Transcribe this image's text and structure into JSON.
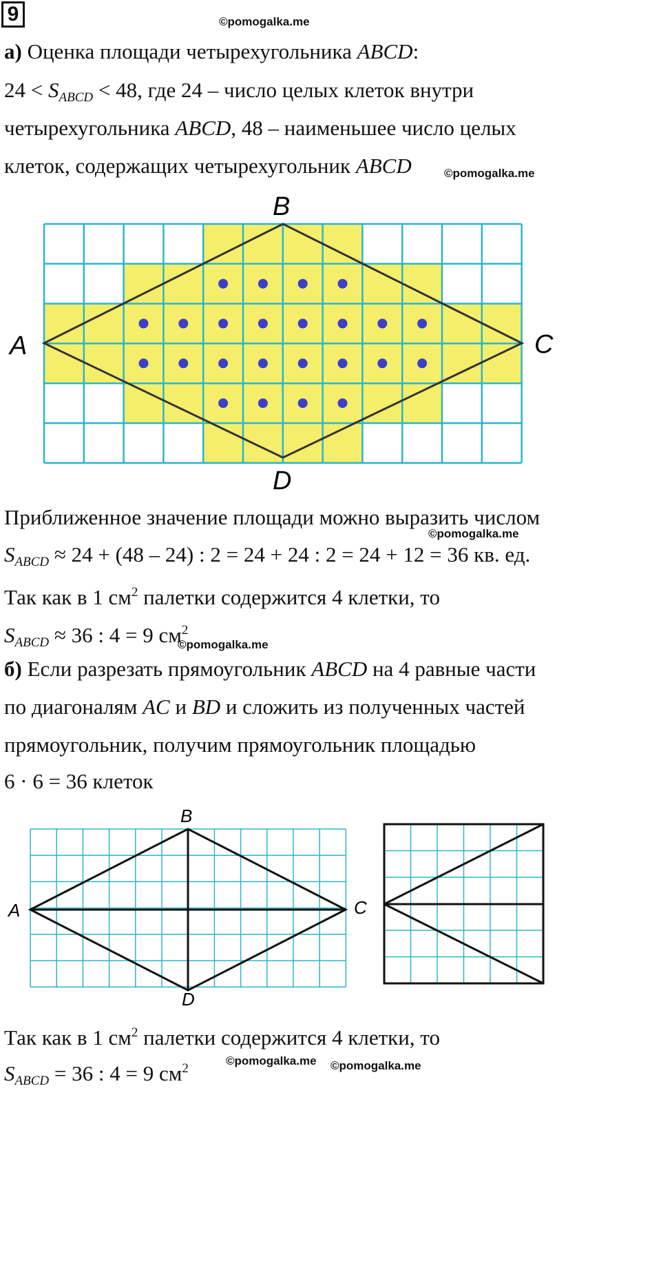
{
  "problem_number": "9",
  "watermark": "©pomogalka.me",
  "part_a": {
    "label": "а)",
    "line1_text": " Оценка площади четырехугольника ",
    "line1_var": "ABCD",
    "line1_end": ":",
    "line2_start": "24 < ",
    "line2_S": "S",
    "line2_sub": "ABCD",
    "line2_end": " < 48, где 24 – число целых клеток внутри",
    "line3_start": "четырехугольника ",
    "line3_var": "ABCD",
    "line3_end": ", 48 – наименьшее число целых",
    "line4_start": "клеток, содержащих четырехугольник ",
    "line4_var": "ABCD",
    "figure_labels": {
      "A": "A",
      "B": "B",
      "C": "C",
      "D": "D"
    },
    "after_text": "Приближенное значение площади можно выразить числом",
    "formula1_S": "S",
    "formula1_sub": "ABCD",
    "formula1_rest": " ≈ 24 + (48 – 24) : 2 = 24 + 24 : 2 = 24 + 12 = 36 кв. ед.",
    "palette_text": "Так как в 1 см",
    "palette_sup": "2",
    "palette_end": " палетки содержится 4 клетки, то",
    "formula2_S": "S",
    "formula2_sub": "ABCD",
    "formula2_rest": " ≈ 36 : 4 = 9 см",
    "formula2_sup": "2"
  },
  "part_b": {
    "label": "б)",
    "line1_start": " Если разрезать прямоугольник ",
    "line1_var": "ABCD",
    "line1_end": " на 4 равные части",
    "line2_start": "по диагоналям ",
    "line2_var1": "AC",
    "line2_mid": " и ",
    "line2_var2": "BD",
    "line2_end": " и сложить из полученных частей",
    "line3": "прямоугольник, получим прямоугольник площадью",
    "line4": "6 · 6 = 36 клеток",
    "figure_labels": {
      "A": "A",
      "B": "B",
      "C": "C",
      "D": "D"
    },
    "palette_text": "Так как в 1 см",
    "palette_sup": "2",
    "palette_end": " палетки содержится 4 клетки, то",
    "final_S": "S",
    "final_sub": "ABCD",
    "final_rest": " = 36 : 4 = 9 см",
    "final_sup": "2"
  },
  "colors": {
    "grid": "#2bb5cc",
    "highlight": "#f5ee6a",
    "dot": "#3a40c8",
    "line": "#333333"
  }
}
